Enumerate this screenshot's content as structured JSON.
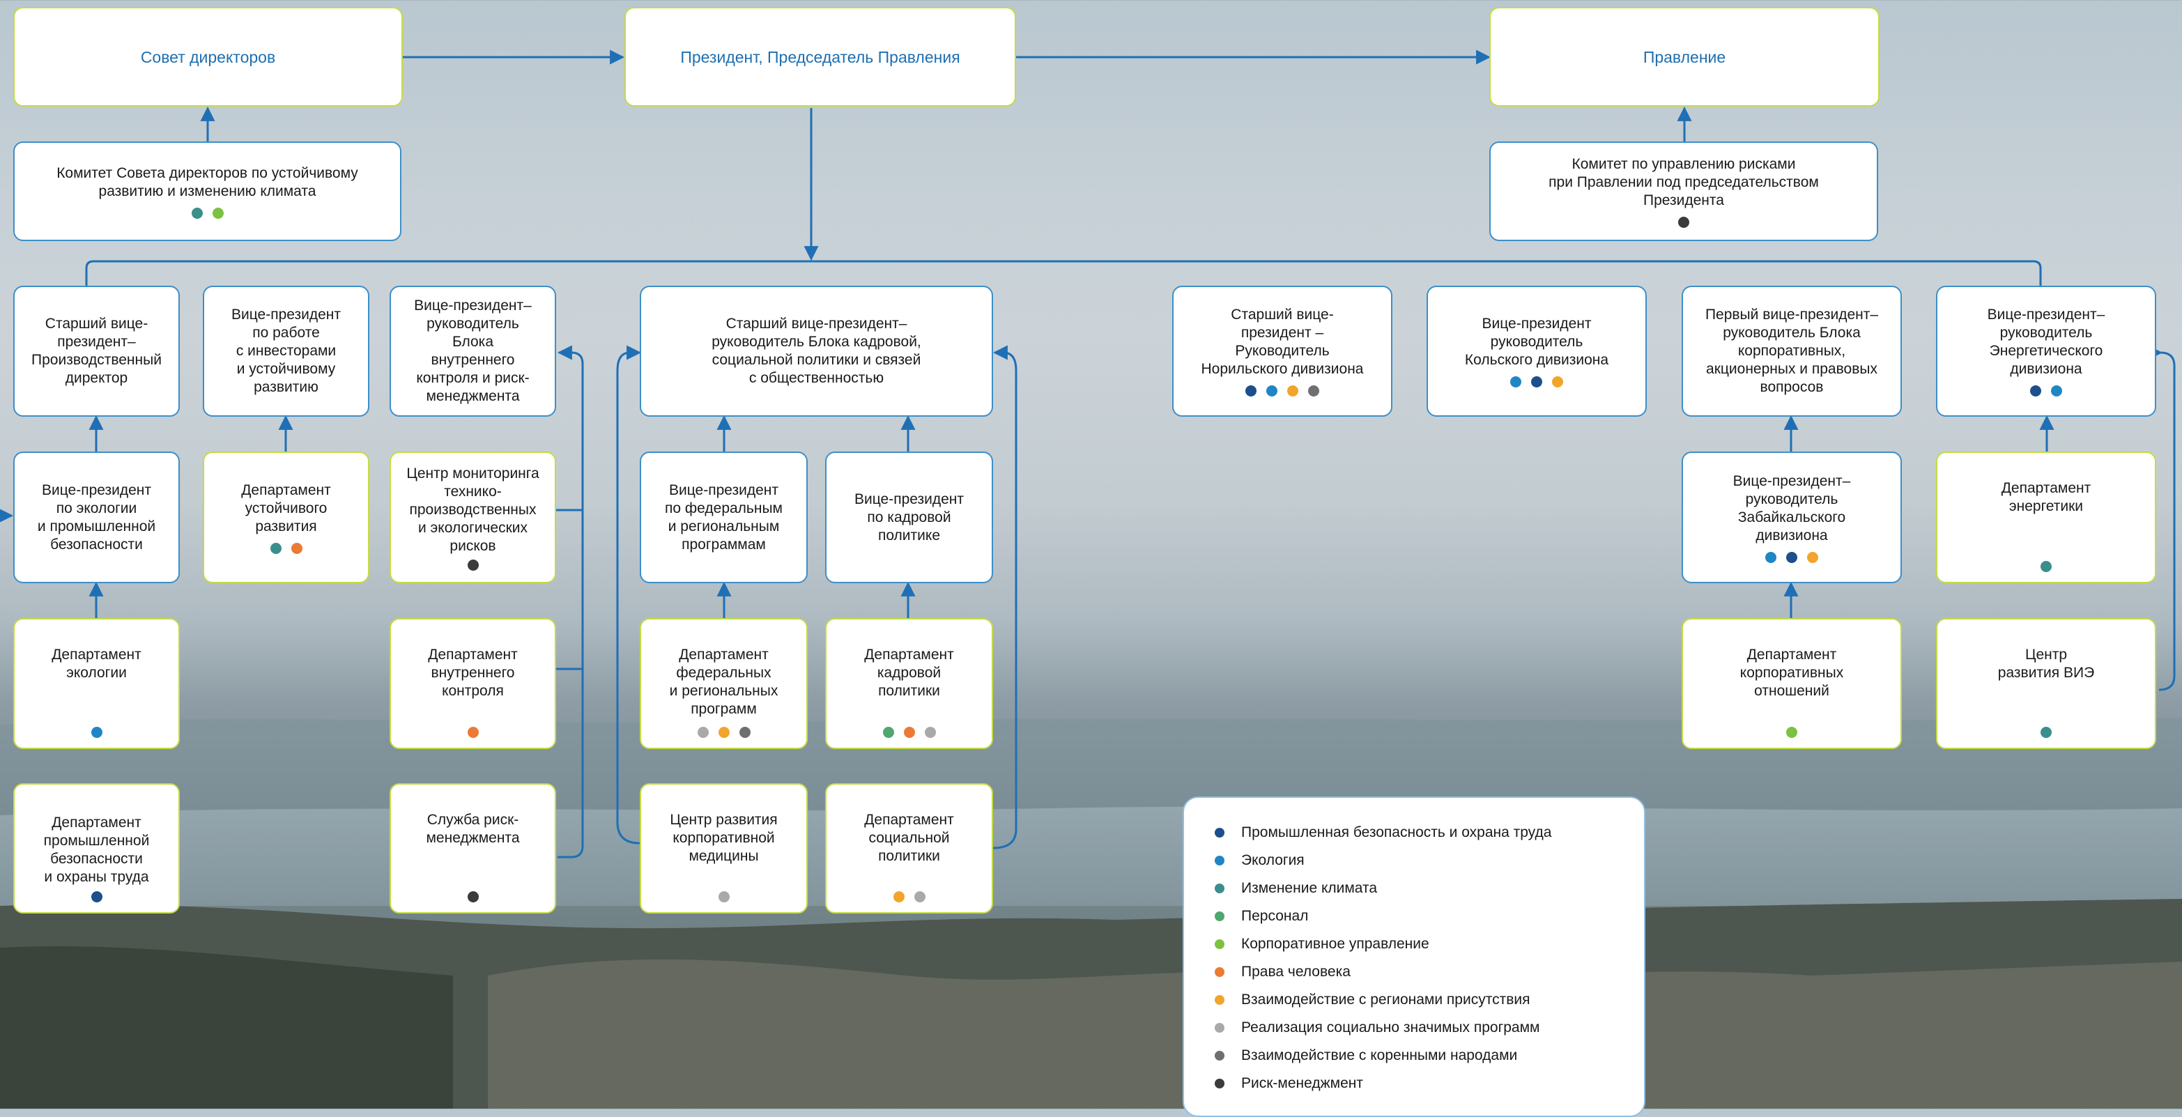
{
  "boxes": {
    "board": "Совет директоров",
    "president": "Президент, Председатель Правления",
    "management_board": "Правление",
    "board_committee": "Комитет Совета директоров по устойчивому\nразвитию и изменению климата",
    "risk_committee": "Комитет по управлению рисками\nпри Правлении под председательством\nПрезидента",
    "svp_production": "Старший вице-\nпрезидент–\nПроизводственный\nдиректор",
    "vp_investors": "Вице-президент\nпо работе\nс инвесторами\nи устойчивому\nразвитию",
    "vp_internal_control": "Вице-президент–\nруководитель\nБлока\nвнутреннего\nконтроля и риск-\nменеджмента",
    "svp_hr": "Старший вице-президент–\nруководитель Блока кадровой,\nсоциальной политики и связей\nс общественностью",
    "svp_norilsk": "Старший вице-\nпрезидент –\nРуководитель\nНорильского дивизиона",
    "vp_kola": "Вице-президент\nруководитель\nКольского дивизиона",
    "first_vp_corporate": "Первый вице-президент–\nруководитель Блока\nкорпоративных,\nакционерных и правовых\nвопросов",
    "vp_energy": "Вице-президент–\nруководитель\nЭнергетического\nдивизиона",
    "vp_ecology": "Вице-президент\nпо экологии\nи промышленной\nбезопасности",
    "dept_sustainable": "Департамент\nустойчивого\nразвития",
    "center_monitoring": "Центр мониторинга\nтехнико-\nпроизводственных\nи экологических\nрисков",
    "vp_federal": "Вице-президент\nпо федеральным\nи региональным\nпрограммам",
    "vp_hr_policy": "Вице-президент\nпо кадровой\nполитике",
    "vp_zabaikalsky": "Вице-президент–\nруководитель\nЗабайкальского\nдивизиона",
    "dept_energy": "Департамент\nэнергетики",
    "dept_ecology": "Департамент\nэкологии",
    "dept_internal_control": "Департамент\nвнутреннего\nконтроля",
    "dept_federal": "Департамент\nфедеральных\nи региональных\nпрограмм",
    "dept_hr": "Департамент\nкадровой\nполитики",
    "dept_corporate_relations": "Департамент\nкорпоративных\nотношений",
    "center_renewables": "Центр\nразвития ВИЭ",
    "dept_industrial_safety": "Департамент\nпромышленной\nбезопасности\nи охраны труда",
    "risk_service": "Служба риск-\nменеджмента",
    "center_medicine": "Центр развития\nкорпоративной\nмедицины",
    "dept_social": "Департамент\nсоциальной\nполитики"
  },
  "legend": [
    {
      "key": "safety",
      "label": "Промышленная безопасность и охрана труда",
      "color": "#1c4f8c"
    },
    {
      "key": "ecology",
      "label": "Экология",
      "color": "#1f86c6"
    },
    {
      "key": "climate",
      "label": "Изменение климата",
      "color": "#3a8f8c"
    },
    {
      "key": "personnel",
      "label": "Персонал",
      "color": "#4fa76f"
    },
    {
      "key": "governance",
      "label": "Корпоративное управление",
      "color": "#7cc242"
    },
    {
      "key": "human_rights",
      "label": "Права человека",
      "color": "#ec7a34"
    },
    {
      "key": "regions",
      "label": "Взаимодействие с регионами присутствия",
      "color": "#f2a52b"
    },
    {
      "key": "social_programs",
      "label": "Реализация социально значимых программ",
      "color": "#a9a9a9"
    },
    {
      "key": "indigenous",
      "label": "Взаимодействие с коренными народами",
      "color": "#6f6f6f"
    },
    {
      "key": "risk",
      "label": "Риск-менеджмент",
      "color": "#3b3b3b"
    }
  ],
  "colors": {
    "line": "#1f6fb5",
    "box_border_blue": "#3d8fc9",
    "box_border_lime": "#c3dc43",
    "top_text": "#1e6fb0"
  }
}
